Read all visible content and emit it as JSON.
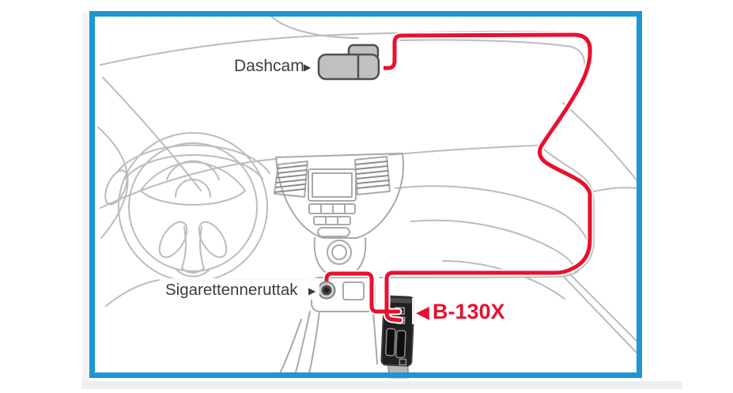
{
  "labels": {
    "dashcam": "Dashcam",
    "cigarette_socket": "Sigarettenneruttak",
    "battery_device": "B-130X"
  },
  "icons": {
    "pointer_right": "▶",
    "pointer_left": "◀"
  },
  "colors": {
    "frame_border": "#1d97d3",
    "cable": "#e8112d",
    "label_text": "#3c3c3c",
    "device_label": "#e8112d",
    "line_art": "#bcbcbc"
  }
}
